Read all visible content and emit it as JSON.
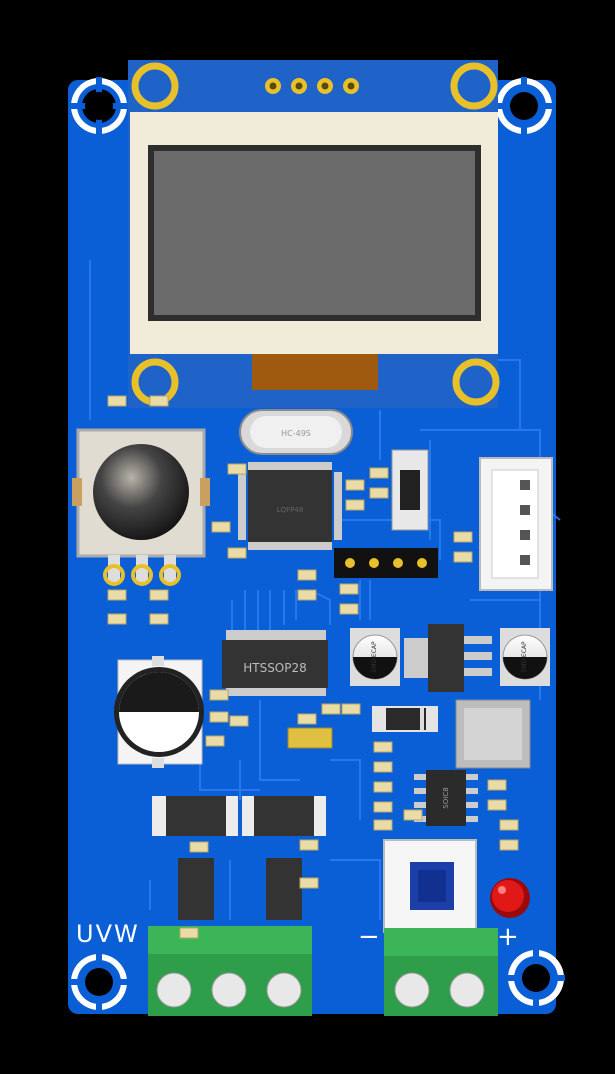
{
  "board": {
    "colors": {
      "pcb": "#0b5fd6",
      "trace": "#1a6fe6",
      "background": "#000000",
      "pad_gold": "#e8c12a",
      "screen_frame": "#f1ebd9",
      "screen_glass": "#6b6b6b",
      "terminal_green": "#2f9e4a",
      "led_red": "#e01818"
    },
    "labels": {
      "motor_phases": "UVW",
      "minus": "−",
      "plus": "+",
      "main_ic": "HTSSOP28",
      "crystal": "HC-49S",
      "cap_left": "SMD ECAP",
      "cap_right": "SMD ECAP",
      "chip_mid": "SOIC8",
      "mcu_marking": "LQFP48"
    }
  }
}
